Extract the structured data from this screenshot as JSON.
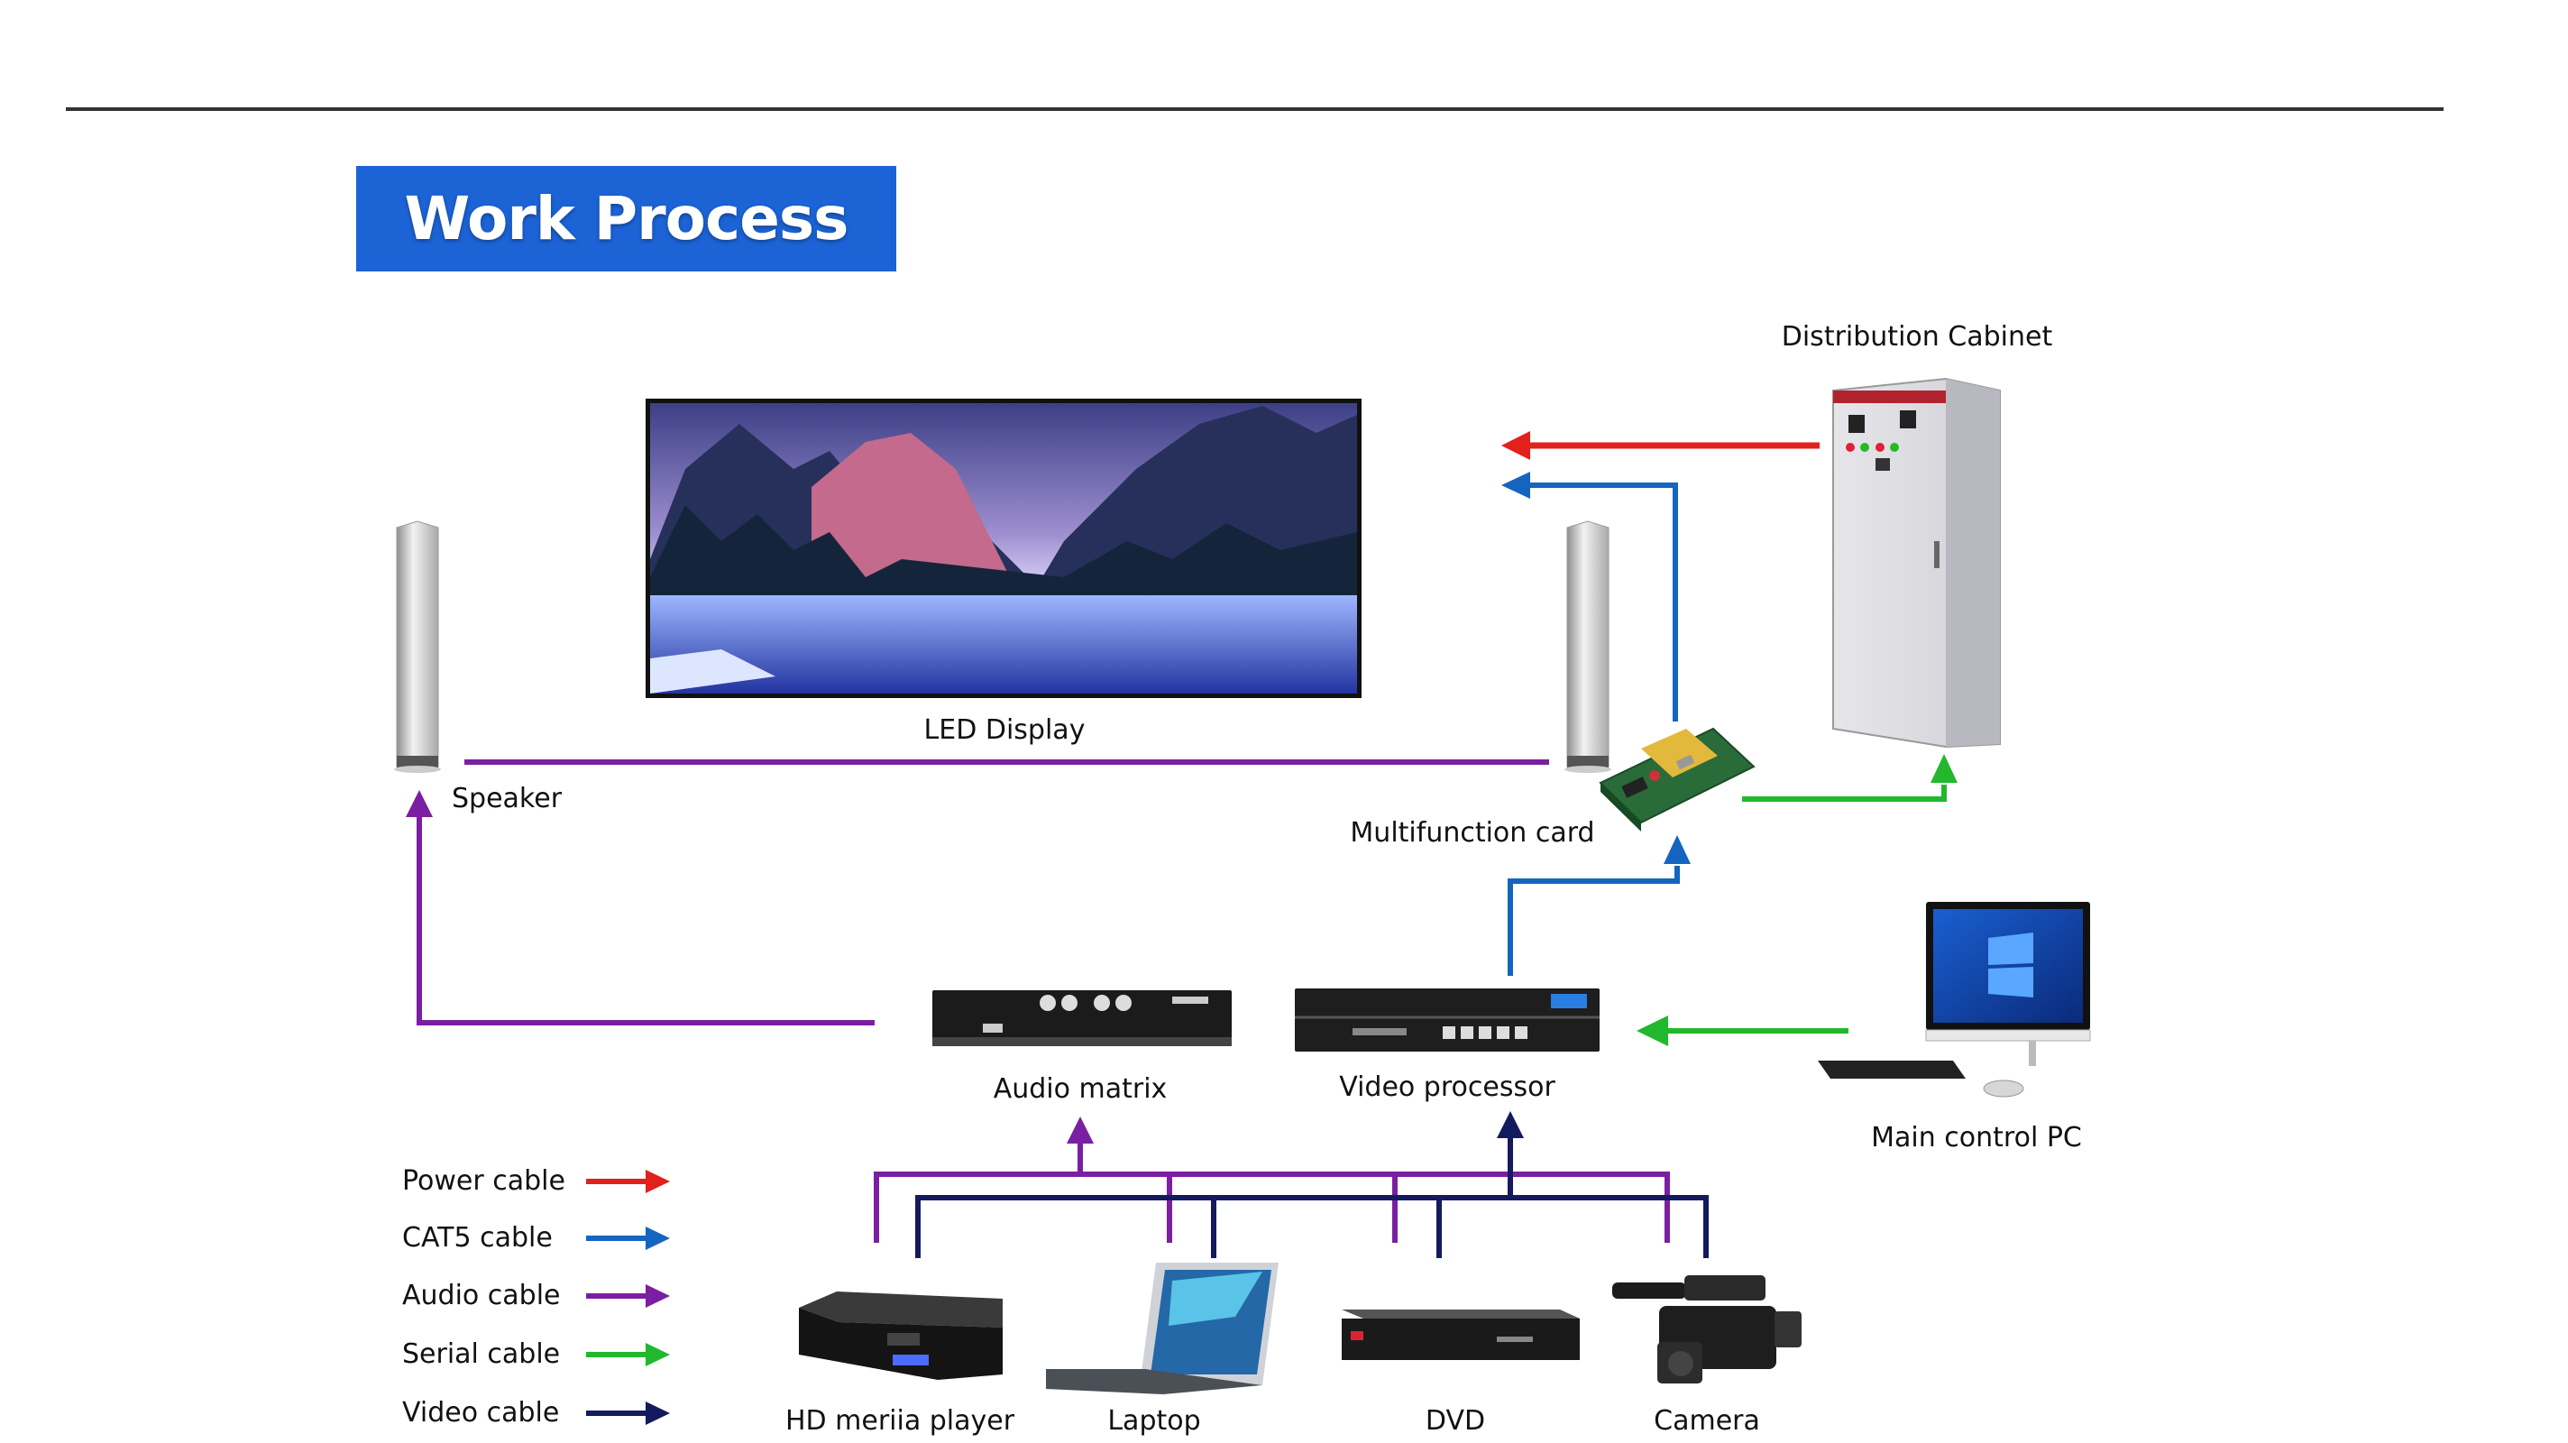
{
  "title": "Work Process",
  "labels": {
    "distribution_cabinet": "Distribution Cabinet",
    "led_display": "LED Display",
    "speaker": "Speaker",
    "multifunction_card": "Multifunction card",
    "audio_matrix": "Audio matrix",
    "video_processor": "Video processor",
    "main_control_pc": "Main control PC",
    "hd_media_player": "HD meriia player",
    "laptop": "Laptop",
    "dvd": "DVD",
    "camera": "Camera"
  },
  "legend": [
    {
      "label": "Power cable",
      "color": "#e2201c"
    },
    {
      "label": "CAT5 cable",
      "color": "#1565c0"
    },
    {
      "label": "Audio cable",
      "color": "#7b1fa2"
    },
    {
      "label": "Serial cable",
      "color": "#22b82e"
    },
    {
      "label": "Video cable",
      "color": "#141a5e"
    }
  ],
  "icons": [
    "led-screen-icon",
    "speaker-icon",
    "cabinet-icon",
    "control-card-icon",
    "audio-matrix-icon",
    "video-processor-icon",
    "desktop-pc-icon",
    "media-player-icon",
    "laptop-icon",
    "dvd-player-icon",
    "camera-icon"
  ]
}
